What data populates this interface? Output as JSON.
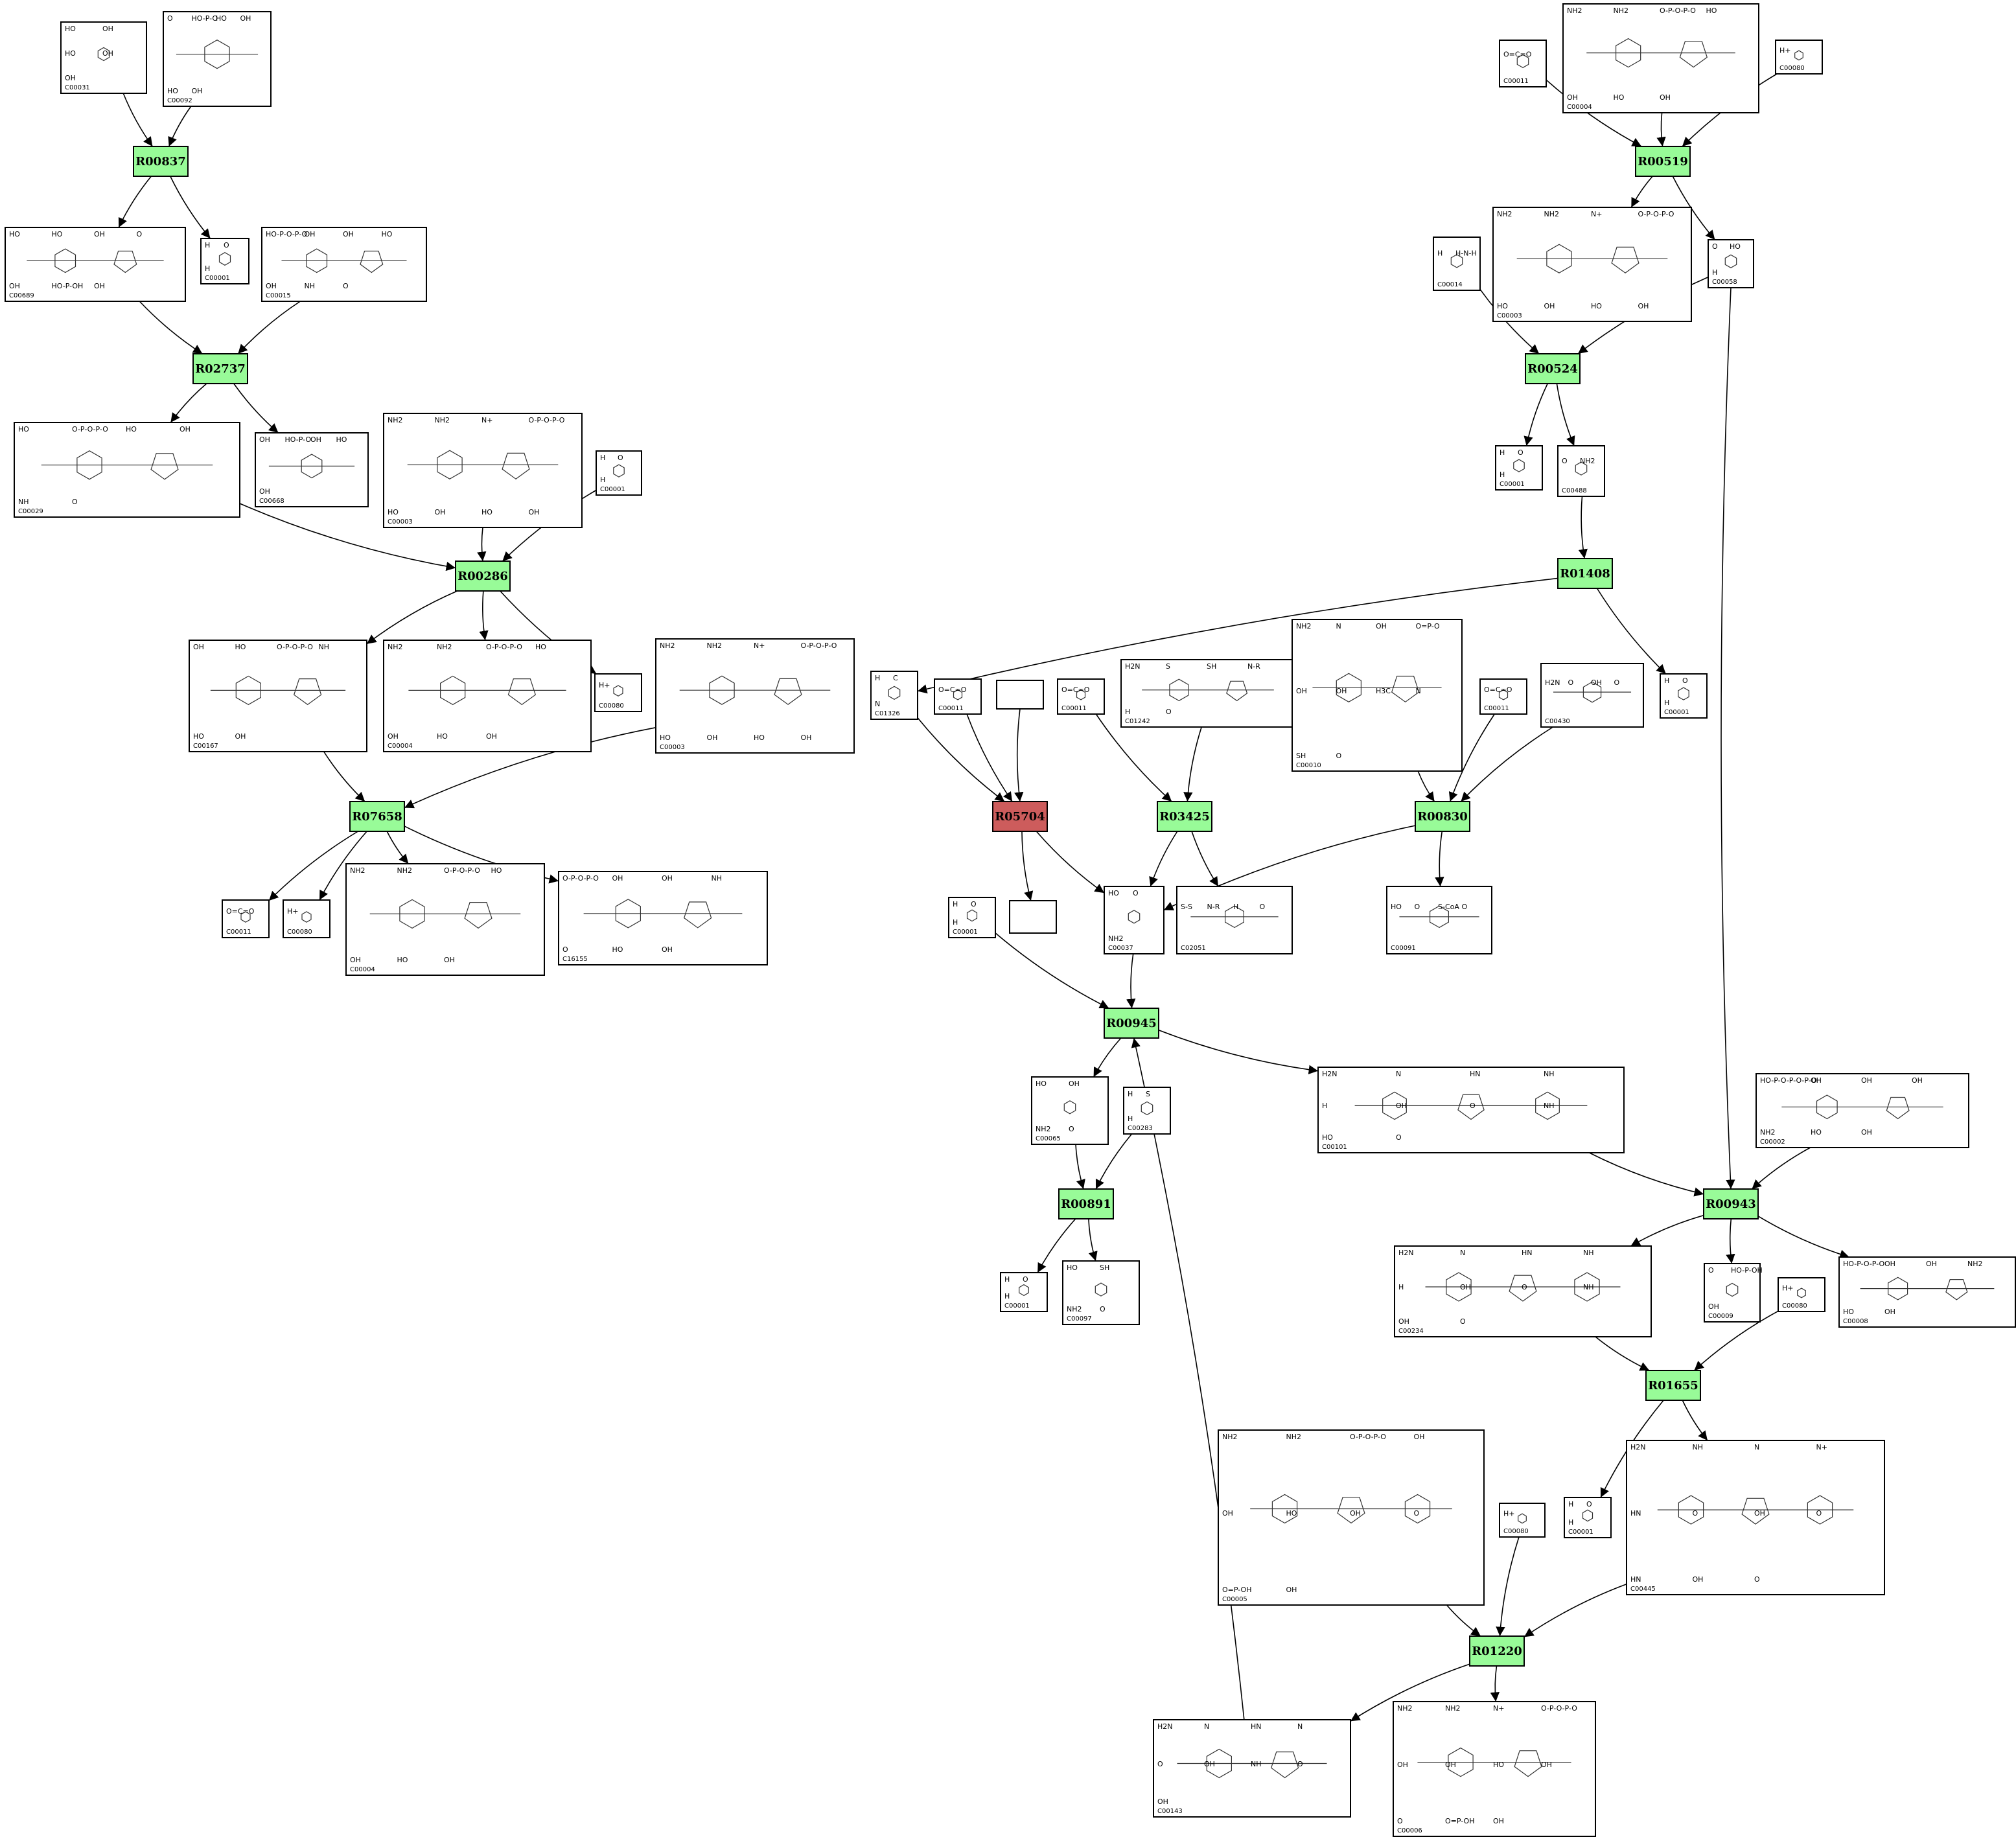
{
  "colors": {
    "reaction_green": "#98fb98",
    "reaction_red": "#cd5c5c",
    "border": "#000000"
  },
  "reactions": [
    {
      "id": "R00837",
      "status": "normal"
    },
    {
      "id": "R02737",
      "status": "normal"
    },
    {
      "id": "R00286",
      "status": "normal"
    },
    {
      "id": "R07658",
      "status": "normal"
    },
    {
      "id": "R00519",
      "status": "normal"
    },
    {
      "id": "R00524",
      "status": "normal"
    },
    {
      "id": "R01408",
      "status": "normal"
    },
    {
      "id": "R05704",
      "status": "highlighted"
    },
    {
      "id": "R03425",
      "status": "normal"
    },
    {
      "id": "R00830",
      "status": "normal"
    },
    {
      "id": "R00945",
      "status": "normal"
    },
    {
      "id": "R00891",
      "status": "normal"
    },
    {
      "id": "R00943",
      "status": "normal"
    },
    {
      "id": "R01655",
      "status": "normal"
    },
    {
      "id": "R01220",
      "status": "normal"
    }
  ],
  "compounds": [
    {
      "key": "c_C00031",
      "id": "C00031",
      "atoms": [
        "HO",
        "OH",
        "HO",
        "OH",
        "OH"
      ]
    },
    {
      "key": "c_C00092",
      "id": "C00092",
      "atoms": [
        "O",
        "HO-P-O",
        "HO",
        "OH",
        "HO",
        "OH"
      ]
    },
    {
      "key": "c_C00689",
      "id": "C00689",
      "atoms": [
        "HO",
        "HO",
        "OH",
        "O",
        "OH",
        "HO-P-OH",
        "OH"
      ]
    },
    {
      "key": "c_C00001_a",
      "id": "C00001",
      "atoms": [
        "H",
        "O",
        "H"
      ]
    },
    {
      "key": "c_C00015",
      "id": "C00015",
      "atoms": [
        "HO-P-O-P-O",
        "OH",
        "OH",
        "HO",
        "OH",
        "NH",
        "O"
      ]
    },
    {
      "key": "c_C00029",
      "id": "C00029",
      "atoms": [
        "HO",
        "O-P-O-P-O",
        "HO",
        "OH",
        "NH",
        "O"
      ]
    },
    {
      "key": "c_C00668",
      "id": "C00668",
      "atoms": [
        "OH",
        "HO-P-O",
        "OH",
        "HO",
        "OH"
      ]
    },
    {
      "key": "c_C00003_a",
      "id": "C00003",
      "atoms": [
        "NH2",
        "NH2",
        "N+",
        "O-P-O-P-O",
        "HO",
        "OH",
        "HO",
        "OH"
      ]
    },
    {
      "key": "c_C00001_b",
      "id": "C00001",
      "atoms": [
        "H",
        "O",
        "H"
      ]
    },
    {
      "key": "c_C00167",
      "id": "C00167",
      "atoms": [
        "OH",
        "HO",
        "O-P-O-P-O",
        "NH",
        "HO",
        "OH"
      ]
    },
    {
      "key": "c_C00004_a",
      "id": "C00004",
      "atoms": [
        "NH2",
        "NH2",
        "O-P-O-P-O",
        "HO",
        "OH",
        "HO",
        "OH"
      ]
    },
    {
      "key": "c_C00080_a",
      "id": "C00080",
      "atoms": [
        "H+"
      ]
    },
    {
      "key": "c_C00003_b",
      "id": "C00003",
      "atoms": [
        "NH2",
        "NH2",
        "N+",
        "O-P-O-P-O",
        "HO",
        "OH",
        "HO",
        "OH"
      ]
    },
    {
      "key": "c_C00011_a",
      "id": "C00011",
      "atoms": [
        "O=C=O"
      ]
    },
    {
      "key": "c_C00080_b",
      "id": "C00080",
      "atoms": [
        "H+"
      ]
    },
    {
      "key": "c_C00004_b",
      "id": "C00004",
      "atoms": [
        "NH2",
        "NH2",
        "O-P-O-P-O",
        "HO",
        "OH",
        "HO",
        "OH"
      ]
    },
    {
      "key": "c_C16155",
      "id": "C16155",
      "atoms": [
        "O-P-O-P-O",
        "OH",
        "OH",
        "NH",
        "O",
        "HO",
        "OH"
      ]
    },
    {
      "key": "c_C00011_b",
      "id": "C00011",
      "atoms": [
        "O=C=O"
      ]
    },
    {
      "key": "c_C00004_c",
      "id": "C00004",
      "atoms": [
        "NH2",
        "NH2",
        "O-P-O-P-O",
        "HO",
        "OH",
        "HO",
        "OH"
      ]
    },
    {
      "key": "c_C00080_c",
      "id": "C00080",
      "atoms": [
        "H+"
      ]
    },
    {
      "key": "c_C00014",
      "id": "C00014",
      "atoms": [
        "H",
        "H-N-H"
      ]
    },
    {
      "key": "c_C00003_c",
      "id": "C00003",
      "atoms": [
        "NH2",
        "NH2",
        "N+",
        "O-P-O-P-O",
        "HO",
        "OH",
        "HO",
        "OH"
      ]
    },
    {
      "key": "c_C00058",
      "id": "C00058",
      "atoms": [
        "O",
        "HO",
        "H"
      ]
    },
    {
      "key": "c_C00001_c",
      "id": "C00001",
      "atoms": [
        "H",
        "O",
        "H"
      ]
    },
    {
      "key": "c_C00488",
      "id": "C00488",
      "atoms": [
        "O",
        "NH2"
      ]
    },
    {
      "key": "c_C01326",
      "id": "C01326",
      "atoms": [
        "H",
        "C",
        "N"
      ]
    },
    {
      "key": "c_C00011_c",
      "id": "C00011",
      "atoms": [
        "O=C=O"
      ]
    },
    {
      "key": "c_unknown_a",
      "id": "",
      "atoms": []
    },
    {
      "key": "c_C00011_d",
      "id": "C00011",
      "atoms": [
        "O=C=O"
      ]
    },
    {
      "key": "c_C01242",
      "id": "C01242",
      "atoms": [
        "H2N",
        "S",
        "SH",
        "N-R",
        "H",
        "O"
      ]
    },
    {
      "key": "c_C00010",
      "id": "C00010",
      "atoms": [
        "NH2",
        "N",
        "OH",
        "O=P-O",
        "OH",
        "OH",
        "H3C",
        "N",
        "SH",
        "O"
      ]
    },
    {
      "key": "c_C00011_e",
      "id": "C00011",
      "atoms": [
        "O=C=O"
      ]
    },
    {
      "key": "c_C00430",
      "id": "C00430",
      "atoms": [
        "H2N",
        "O",
        "OH",
        "O"
      ]
    },
    {
      "key": "c_C00001_d",
      "id": "C00001",
      "atoms": [
        "H",
        "O",
        "H"
      ]
    },
    {
      "key": "c_C00001_e",
      "id": "C00001",
      "atoms": [
        "H",
        "O",
        "H"
      ]
    },
    {
      "key": "c_unknown_b",
      "id": "",
      "atoms": []
    },
    {
      "key": "c_C00037",
      "id": "C00037",
      "atoms": [
        "HO",
        "O",
        "NH2"
      ]
    },
    {
      "key": "c_C02051",
      "id": "C02051",
      "atoms": [
        "S-S",
        "N-R",
        "H",
        "O"
      ]
    },
    {
      "key": "c_C00091",
      "id": "C00091",
      "atoms": [
        "HO",
        "O",
        "S-CoA",
        "O"
      ]
    },
    {
      "key": "c_C00065",
      "id": "C00065",
      "atoms": [
        "HO",
        "OH",
        "NH2",
        "O"
      ]
    },
    {
      "key": "c_C00283",
      "id": "C00283",
      "atoms": [
        "H",
        "S",
        "H"
      ]
    },
    {
      "key": "c_C00101",
      "id": "C00101",
      "atoms": [
        "H2N",
        "N",
        "HN",
        "NH",
        "H",
        "OH",
        "O",
        "NH",
        "HO",
        "O"
      ]
    },
    {
      "key": "c_C00002",
      "id": "C00002",
      "atoms": [
        "HO-P-O-P-O-P-O",
        "OH",
        "OH",
        "OH",
        "NH2",
        "HO",
        "OH"
      ]
    },
    {
      "key": "c_C00001_f",
      "id": "C00001",
      "atoms": [
        "H",
        "O",
        "H"
      ]
    },
    {
      "key": "c_C00097",
      "id": "C00097",
      "atoms": [
        "HO",
        "SH",
        "NH2",
        "O"
      ]
    },
    {
      "key": "c_C00234",
      "id": "C00234",
      "atoms": [
        "H2N",
        "N",
        "HN",
        "NH",
        "H",
        "OH",
        "O",
        "NH",
        "OH",
        "O"
      ]
    },
    {
      "key": "c_C00009",
      "id": "C00009",
      "atoms": [
        "O",
        "HO-P-OH",
        "OH"
      ]
    },
    {
      "key": "c_C00008",
      "id": "C00008",
      "atoms": [
        "HO-P-O-P-O",
        "OH",
        "OH",
        "NH2",
        "HO",
        "OH"
      ]
    },
    {
      "key": "c_C00080_d",
      "id": "C00080",
      "atoms": [
        "H+"
      ]
    },
    {
      "key": "c_C00005",
      "id": "C00005",
      "atoms": [
        "NH2",
        "NH2",
        "O-P-O-P-O",
        "OH",
        "OH",
        "HO",
        "OH",
        "O",
        "O=P-OH",
        "OH"
      ]
    },
    {
      "key": "c_C00080_e",
      "id": "C00080",
      "atoms": [
        "H+"
      ]
    },
    {
      "key": "c_C00001_g",
      "id": "C00001",
      "atoms": [
        "H",
        "O",
        "H"
      ]
    },
    {
      "key": "c_C00445",
      "id": "C00445",
      "atoms": [
        "H2N",
        "NH",
        "N",
        "N+",
        "HN",
        "O",
        "OH",
        "O",
        "HN",
        "OH",
        "O"
      ]
    },
    {
      "key": "c_C00143",
      "id": "C00143",
      "atoms": [
        "H2N",
        "N",
        "HN",
        "N",
        "O",
        "OH",
        "NH",
        "O",
        "OH"
      ]
    },
    {
      "key": "c_C00006",
      "id": "C00006",
      "atoms": [
        "NH2",
        "NH2",
        "N+",
        "O-P-O-P-O",
        "OH",
        "OH",
        "HO",
        "OH",
        "O",
        "O=P-OH",
        "OH"
      ]
    }
  ]
}
